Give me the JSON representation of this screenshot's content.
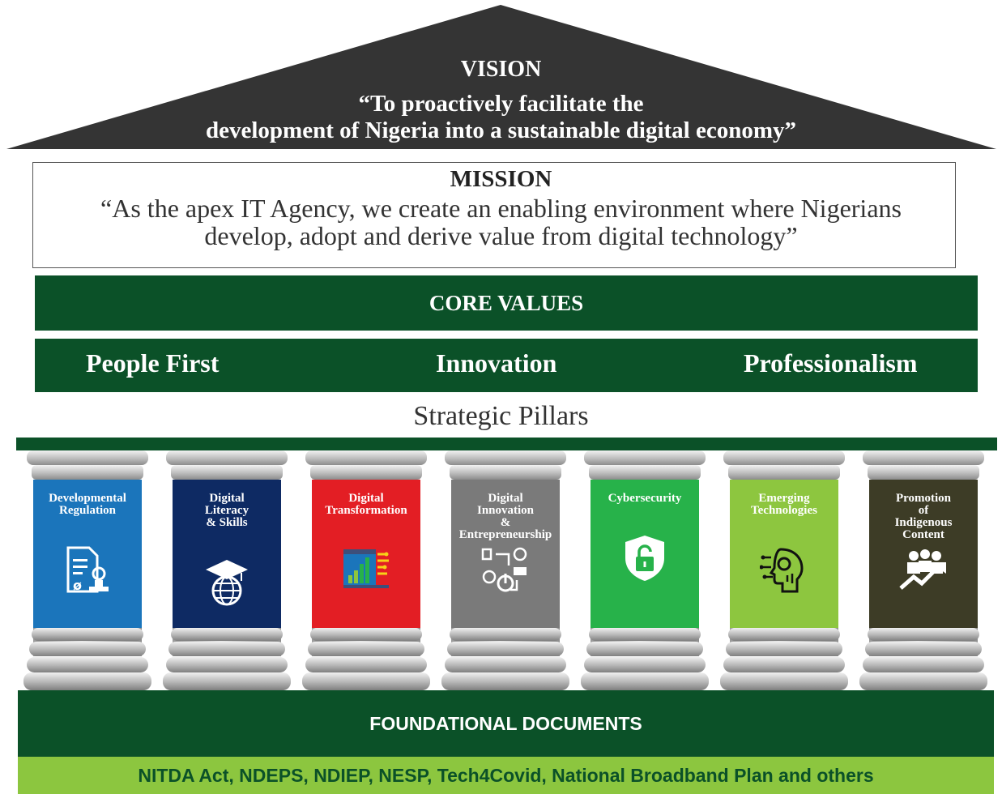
{
  "vision": {
    "title": "VISION",
    "line1": "“To proactively facilitate the",
    "line2": "development of Nigeria into a sustainable digital economy”"
  },
  "mission": {
    "title": "MISSION",
    "line1": "“As the apex IT Agency, we create an enabling environment where Nigerians",
    "line2": "develop, adopt and derive value from digital technology”"
  },
  "core_values": {
    "title": "CORE VALUES",
    "items": [
      "People First",
      "Innovation",
      "Professionalism"
    ]
  },
  "strategic_pillars_label": "Strategic Pillars",
  "pillars": [
    {
      "lines": [
        "Developmental",
        "Regulation"
      ],
      "color": "#1b75bb",
      "icon": "document-stamp-icon"
    },
    {
      "lines": [
        "Digital",
        "Literacy",
        "& Skills"
      ],
      "color": "#0e2a63",
      "icon": "graduation-globe-icon"
    },
    {
      "lines": [
        "Digital",
        "Transformation"
      ],
      "color": "#e31e24",
      "icon": "digital-transformation-icon"
    },
    {
      "lines": [
        "Digital",
        "Innovation",
        "&",
        "Entrepreneurship"
      ],
      "color": "#7a7a7a",
      "icon": "tech-network-icon"
    },
    {
      "lines": [
        "Cybersecurity"
      ],
      "color": "#27b24a",
      "icon": "shield-lock-icon"
    },
    {
      "lines": [
        "Emerging",
        "Technologies"
      ],
      "color": "#8dc63f",
      "icon": "ai-head-icon"
    },
    {
      "lines": [
        "Promotion",
        "of",
        "Indigenous",
        "Content"
      ],
      "color": "#3d3c26",
      "icon": "growth-people-icon"
    }
  ],
  "foundation": {
    "title": "FOUNDATIONAL DOCUMENTS",
    "documents": "NITDA Act, NDEPS, NDIEP, NESP, Tech4Covid, National Broadband Plan and others"
  },
  "colors": {
    "dark_green": "#0b5128",
    "light_green": "#8cc63f"
  }
}
